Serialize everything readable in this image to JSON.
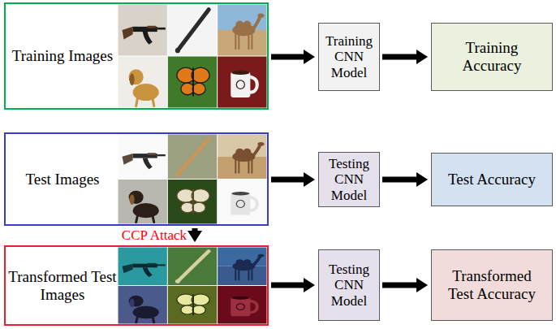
{
  "diagram": {
    "nodes": [
      {
        "text": [
          "Training Images"
        ]
      },
      {
        "text": [
          "Training CNN Model"
        ]
      },
      {
        "text": [
          "Training Accuracy"
        ]
      },
      {
        "text": [
          "Test Images"
        ]
      },
      {
        "text": [
          "Testing CNN Model"
        ]
      },
      {
        "text": [
          "Test Accuracy"
        ]
      },
      {
        "text": [
          "Transformed Test Images"
        ]
      },
      {
        "text": [
          "Testing CNN Model"
        ]
      },
      {
        "text": [
          "Transformed Test Accuracy"
        ]
      }
    ],
    "edges": [
      {
        "from": 0,
        "to": 1,
        "arrow": "to"
      },
      {
        "from": 1,
        "to": 2,
        "arrow": "to"
      },
      {
        "from": 3,
        "to": 4,
        "arrow": "to"
      },
      {
        "from": 4,
        "to": 5,
        "arrow": "to"
      },
      {
        "from": 3,
        "to": 6,
        "label": "CCP Attack",
        "arrow": "to"
      },
      {
        "from": 6,
        "to": 7,
        "arrow": "to"
      },
      {
        "from": 7,
        "to": 8,
        "arrow": "to"
      }
    ]
  }
}
